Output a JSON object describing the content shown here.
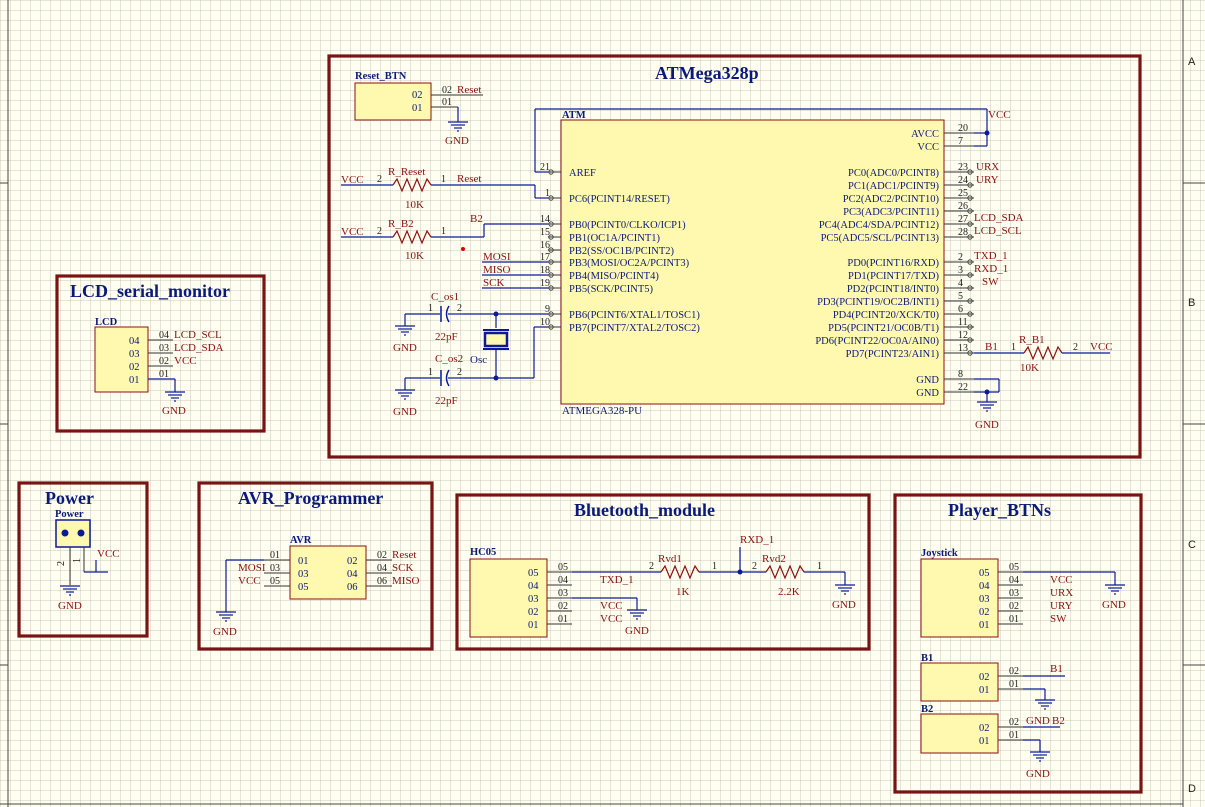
{
  "border": {
    "rows": [
      "A",
      "B",
      "C",
      "D"
    ]
  },
  "atmega_sheet": {
    "title": "ATMega328p",
    "reset_btn": {
      "designator": "Reset_BTN",
      "pin2": "02",
      "pin1": "01",
      "pin2_num": "02",
      "pin1_num": "01",
      "net2": "Reset",
      "gnd": "GND"
    },
    "mcu": {
      "designator": "ATM",
      "part": "ATMEGA328-PU",
      "left_pins": [
        {
          "num": "21",
          "name": "AREF"
        },
        {
          "num": "1",
          "name": "PC6(PCINT14/RESET)"
        },
        {
          "num": "14",
          "name": "PB0(PCINT0/CLKO/ICP1)"
        },
        {
          "num": "15",
          "name": "PB1(OC1A/PCINT1)"
        },
        {
          "num": "16",
          "name": "PB2(SS/OC1B/PCINT2)"
        },
        {
          "num": "17",
          "name": "PB3(MOSI/OC2A/PCINT3)"
        },
        {
          "num": "18",
          "name": "PB4(MISO/PCINT4)"
        },
        {
          "num": "19",
          "name": "PB5(SCK/PCINT5)"
        },
        {
          "num": "9",
          "name": "PB6(PCINT6/XTAL1/TOSC1)"
        },
        {
          "num": "10",
          "name": "PB7(PCINT7/XTAL2/TOSC2)"
        }
      ],
      "right_pins": [
        {
          "num": "20",
          "name": "AVCC"
        },
        {
          "num": "7",
          "name": "VCC"
        },
        {
          "num": "23",
          "name": "PC0(ADC0/PCINT8)"
        },
        {
          "num": "24",
          "name": "PC1(ADC1/PCINT9)"
        },
        {
          "num": "25",
          "name": "PC2(ADC2/PCINT10)"
        },
        {
          "num": "26",
          "name": "PC3(ADC3/PCINT11)"
        },
        {
          "num": "27",
          "name": "PC4(ADC4/SDA/PCINT12)"
        },
        {
          "num": "28",
          "name": "PC5(ADC5/SCL/PCINT13)"
        },
        {
          "num": "2",
          "name": "PD0(PCINT16/RXD)"
        },
        {
          "num": "3",
          "name": "PD1(PCINT17/TXD)"
        },
        {
          "num": "4",
          "name": "PD2(PCINT18/INT0)"
        },
        {
          "num": "5",
          "name": "PD3(PCINT19/OC2B/INT1)"
        },
        {
          "num": "6",
          "name": "PD4(PCINT20/XCK/T0)"
        },
        {
          "num": "11",
          "name": "PD5(PCINT21/OC0B/T1)"
        },
        {
          "num": "12",
          "name": "PD6(PCINT22/OC0A/AIN0)"
        },
        {
          "num": "13",
          "name": "PD7(PCINT23/AIN1)"
        },
        {
          "num": "8",
          "name": "GND"
        },
        {
          "num": "22",
          "name": "GND"
        }
      ],
      "right_nets": {
        "vcc": "VCC",
        "urx": "URX",
        "ury": "URY",
        "lcd_sda": "LCD_SDA",
        "lcd_scl": "LCD_SCL",
        "txd": "TXD_1",
        "rxd": "RXD_1",
        "sw": "SW",
        "b1": "B1",
        "gnd": "GND"
      },
      "left_nets": {
        "mosi": "MOSI",
        "miso": "MISO",
        "sck": "SCK",
        "b2": "B2",
        "reset": "Reset"
      }
    },
    "r_reset": {
      "designator": "R_Reset",
      "value": "10K",
      "net_left": "VCC",
      "pin_left": "2",
      "pin_right": "1"
    },
    "r_b2": {
      "designator": "R_B2",
      "value": "10K",
      "net_left": "VCC",
      "pin_left": "2",
      "pin_right": "1"
    },
    "r_b1": {
      "designator": "R_B1",
      "value": "10K",
      "net_right": "VCC",
      "pin_left": "1",
      "pin_right": "2"
    },
    "c_os1": {
      "designator": "C_os1",
      "value": "22pF",
      "pin1": "1",
      "pin2": "2",
      "gnd": "GND"
    },
    "c_os2": {
      "designator": "C_os2",
      "value": "22pF",
      "pin1": "1",
      "pin2": "2",
      "gnd": "GND"
    },
    "osc": {
      "designator": "Osc"
    }
  },
  "lcd_sheet": {
    "title": "LCD_serial_monitor",
    "designator": "LCD",
    "pins": [
      "04",
      "03",
      "02",
      "01"
    ],
    "pin_nums": [
      "04",
      "03",
      "02",
      "01"
    ],
    "nets": [
      "LCD_SCL",
      "LCD_SDA",
      "VCC",
      ""
    ],
    "gnd": "GND"
  },
  "power_sheet": {
    "title": "Power",
    "designator": "Power",
    "pin2": "2",
    "pin1": "1",
    "vcc": "VCC",
    "gnd": "GND"
  },
  "avr_sheet": {
    "title": "AVR_Programmer",
    "designator": "AVR",
    "left_pins": [
      "01",
      "03",
      "05"
    ],
    "right_pins": [
      "02",
      "04",
      "06"
    ],
    "left_nums": [
      "01",
      "03",
      "05"
    ],
    "right_nums": [
      "02",
      "04",
      "06"
    ],
    "left_nets": [
      "",
      "MOSI",
      "VCC"
    ],
    "right_nets": [
      "Reset",
      "SCK",
      "MISO"
    ],
    "gnd": "GND"
  },
  "bt_sheet": {
    "title": "Bluetooth_module",
    "designator": "HC05",
    "pins": [
      "05",
      "04",
      "03",
      "02",
      "01"
    ],
    "pin_nums": [
      "05",
      "04",
      "03",
      "02",
      "01"
    ],
    "nets": [
      "",
      "TXD_1",
      "",
      "VCC",
      "VCC"
    ],
    "gnd": "GND",
    "rxd_net": "RXD_1",
    "rvd1": {
      "designator": "Rvd1",
      "value": "1K",
      "pin_left": "2",
      "pin_right": "1"
    },
    "rvd2": {
      "designator": "Rvd2",
      "value": "2.2K",
      "pin_left": "2",
      "pin_right": "1"
    }
  },
  "player_sheet": {
    "title": "Player_BTNs",
    "joystick": {
      "designator": "Joystick",
      "pins": [
        "05",
        "04",
        "03",
        "02",
        "01"
      ],
      "pin_nums": [
        "05",
        "04",
        "03",
        "02",
        "01"
      ],
      "nets": [
        "",
        "VCC",
        "URX",
        "URY",
        "SW"
      ],
      "gnd": "GND"
    },
    "b1": {
      "designator": "B1",
      "pins": [
        "02",
        "01"
      ],
      "pin_nums": [
        "02",
        "01"
      ],
      "net": "B1",
      "gnd": "GND"
    },
    "b2": {
      "designator": "B2",
      "pins": [
        "02",
        "01"
      ],
      "pin_nums": [
        "02",
        "01"
      ],
      "net": "B2",
      "net_gnd": "GND",
      "gnd": "GND"
    }
  }
}
